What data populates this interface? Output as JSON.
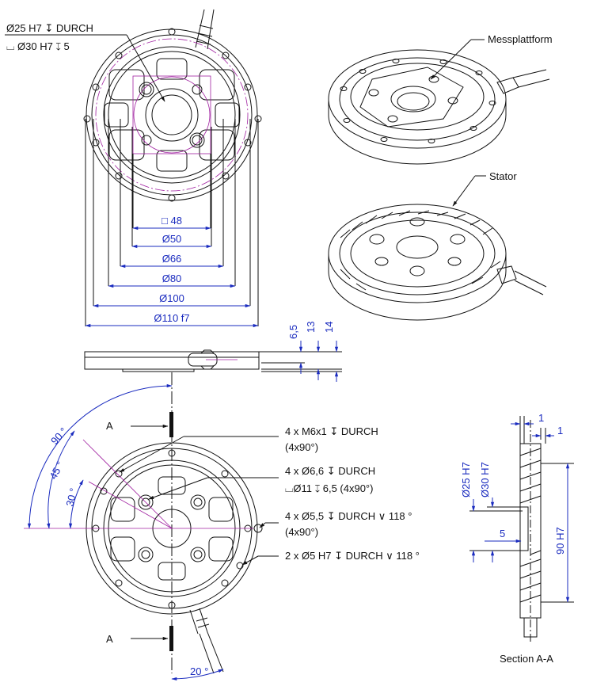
{
  "top_view": {
    "note_bore_line1": "Ø25 H7 ↧ DURCH",
    "note_bore_line2": "⌴ Ø30 H7 ↧ 5",
    "dimensions": [
      "□ 48",
      "Ø50",
      "Ø66",
      "Ø80",
      "Ø100",
      "Ø110 f7"
    ]
  },
  "side_view": {
    "heights": [
      "6,5",
      "13",
      "14"
    ]
  },
  "iso_views": {
    "label_platform": "Messplattform",
    "label_stator": "Stator"
  },
  "bottom_view": {
    "section_marker": "A",
    "angles": [
      "90 °",
      "45 °",
      "30 °",
      "20 °"
    ],
    "callouts": [
      {
        "line1": "4 x M6x1 ↧ DURCH",
        "line2": "(4x90°)"
      },
      {
        "line1": "4 x Ø6,6 ↧ DURCH",
        "line2": "⌴Ø11 ↧ 6,5 (4x90°)"
      },
      {
        "line1": "4 x Ø5,5 ↧ DURCH ∨ 118 °",
        "line2": "(4x90°)"
      },
      {
        "line1": "2 x Ø5 H7 ↧ DURCH ∨ 118 °",
        "line2": ""
      }
    ]
  },
  "section_view": {
    "title": "Section A-A",
    "dims": [
      "1",
      "1",
      "Ø25 H7",
      "Ø30 H7",
      "5",
      "90 H7"
    ]
  }
}
